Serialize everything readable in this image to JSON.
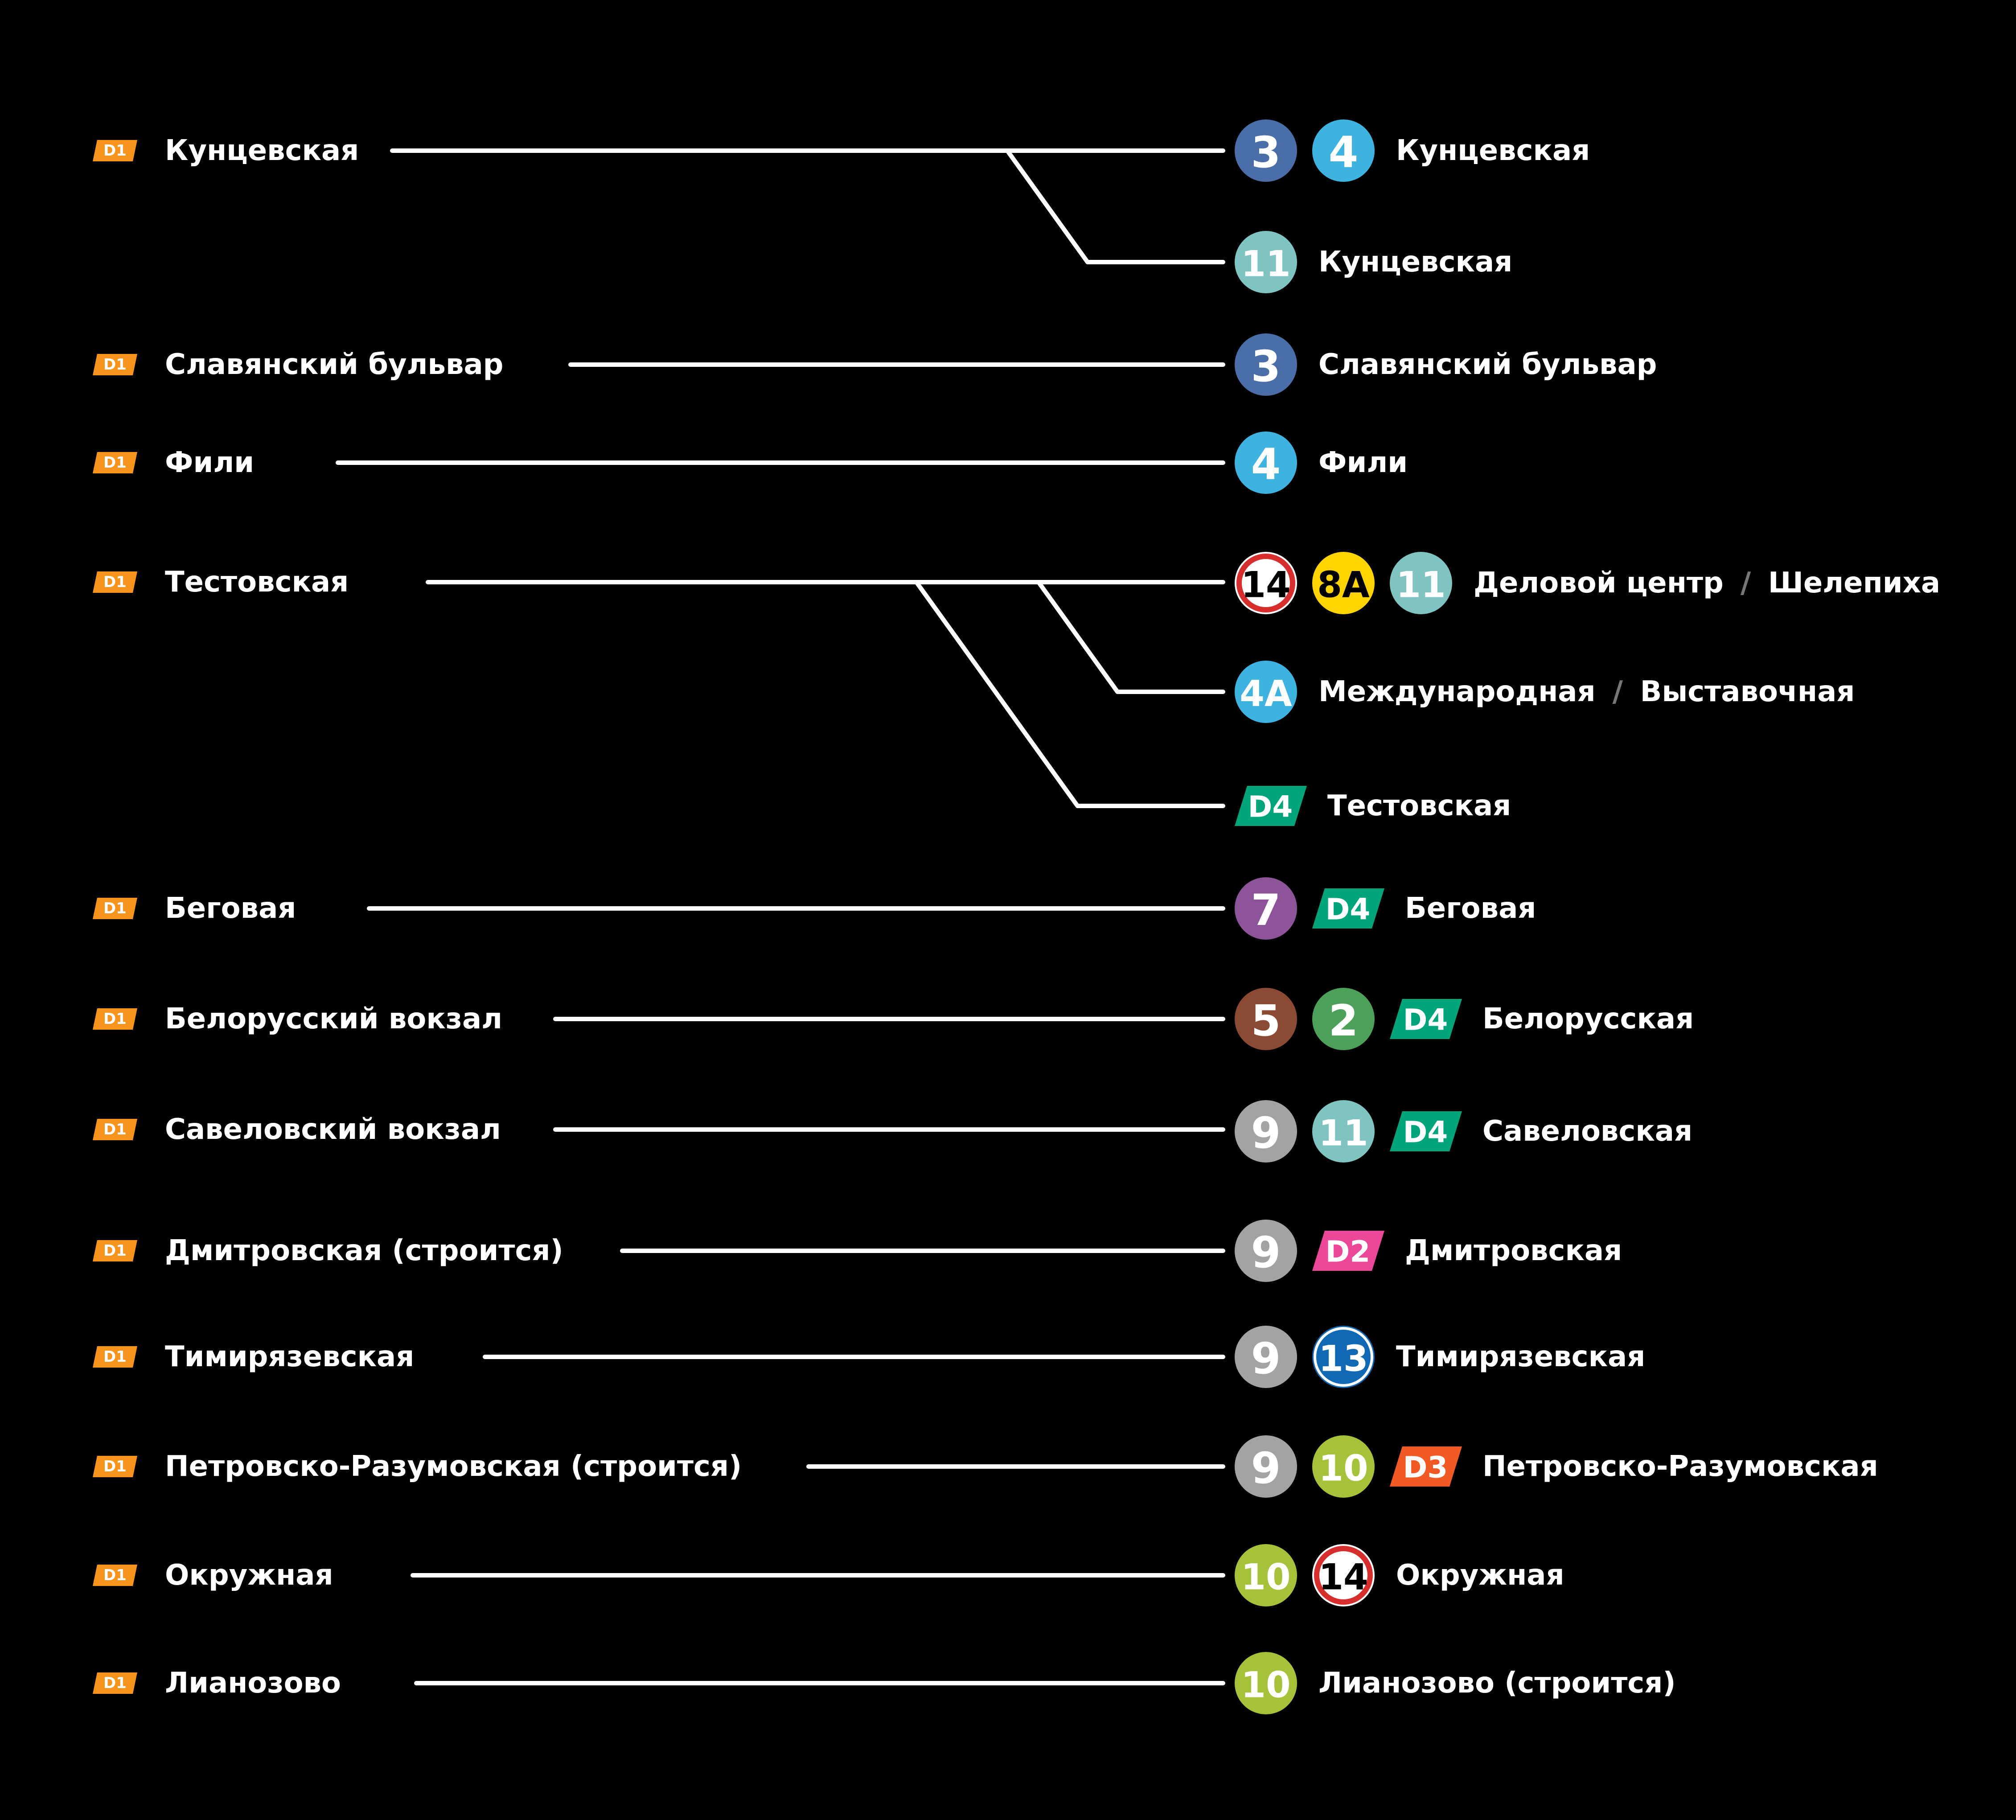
{
  "colors": {
    "background": "#000000",
    "line": "#ffffff",
    "D1": "#f7941d",
    "D2": "#ec4899",
    "D3": "#f15a24",
    "D4": "#00a47a",
    "2": "#4ca05a",
    "3": "#4a6ea8",
    "4": "#3fb3e0",
    "4A": "#3fb3e0",
    "5": "#8b4a34",
    "7": "#8e5499",
    "8A": "#ffd400",
    "9": "#a3a3a3",
    "10": "#a6c23a",
    "11": "#7fc4c0",
    "13": "#1168b5",
    "14": "#d62d2d"
  },
  "line_badge_label": "D1",
  "separator": "/",
  "rows": [
    {
      "station": "Кунцевская",
      "transfers": [
        {
          "badges": [
            "3",
            "4"
          ],
          "names": [
            "Кунцевская"
          ]
        },
        {
          "badges": [
            "11"
          ],
          "names": [
            "Кунцевская"
          ]
        }
      ]
    },
    {
      "station": "Славянский бульвар",
      "transfers": [
        {
          "badges": [
            "3"
          ],
          "names": [
            "Славянский бульвар"
          ]
        }
      ]
    },
    {
      "station": "Фили",
      "transfers": [
        {
          "badges": [
            "4"
          ],
          "names": [
            "Фили"
          ]
        }
      ]
    },
    {
      "station": "Тестовская",
      "transfers": [
        {
          "badges": [
            "14",
            "8A",
            "11"
          ],
          "names": [
            "Деловой центр",
            "Шелепиха"
          ]
        },
        {
          "badges": [
            "4A"
          ],
          "names": [
            "Международная",
            "Выставочная"
          ]
        },
        {
          "badges": [
            "D4"
          ],
          "names": [
            "Тестовская"
          ]
        }
      ]
    },
    {
      "station": "Беговая",
      "transfers": [
        {
          "badges": [
            "7",
            "D4"
          ],
          "names": [
            "Беговая"
          ]
        }
      ]
    },
    {
      "station": "Белорусский вокзал",
      "transfers": [
        {
          "badges": [
            "5",
            "2",
            "D4"
          ],
          "names": [
            "Белорусская"
          ]
        }
      ]
    },
    {
      "station": "Савеловский вокзал",
      "transfers": [
        {
          "badges": [
            "9",
            "11",
            "D4"
          ],
          "names": [
            "Савеловская"
          ]
        }
      ]
    },
    {
      "station": "Дмитровская (строится)",
      "transfers": [
        {
          "badges": [
            "9",
            "D2"
          ],
          "names": [
            "Дмитровская"
          ]
        }
      ]
    },
    {
      "station": "Тимирязевская",
      "transfers": [
        {
          "badges": [
            "9",
            "13"
          ],
          "names": [
            "Тимирязевская"
          ]
        }
      ]
    },
    {
      "station": "Петровско-Разумовская (строится)",
      "transfers": [
        {
          "badges": [
            "9",
            "10",
            "D3"
          ],
          "names": [
            "Петровско-Разумовская"
          ]
        }
      ]
    },
    {
      "station": "Окружная",
      "transfers": [
        {
          "badges": [
            "10",
            "14"
          ],
          "names": [
            "Окружная"
          ]
        }
      ]
    },
    {
      "station": "Лианозово",
      "transfers": [
        {
          "badges": [
            "10"
          ],
          "names": [
            "Лианозово (строится)"
          ]
        }
      ]
    }
  ]
}
